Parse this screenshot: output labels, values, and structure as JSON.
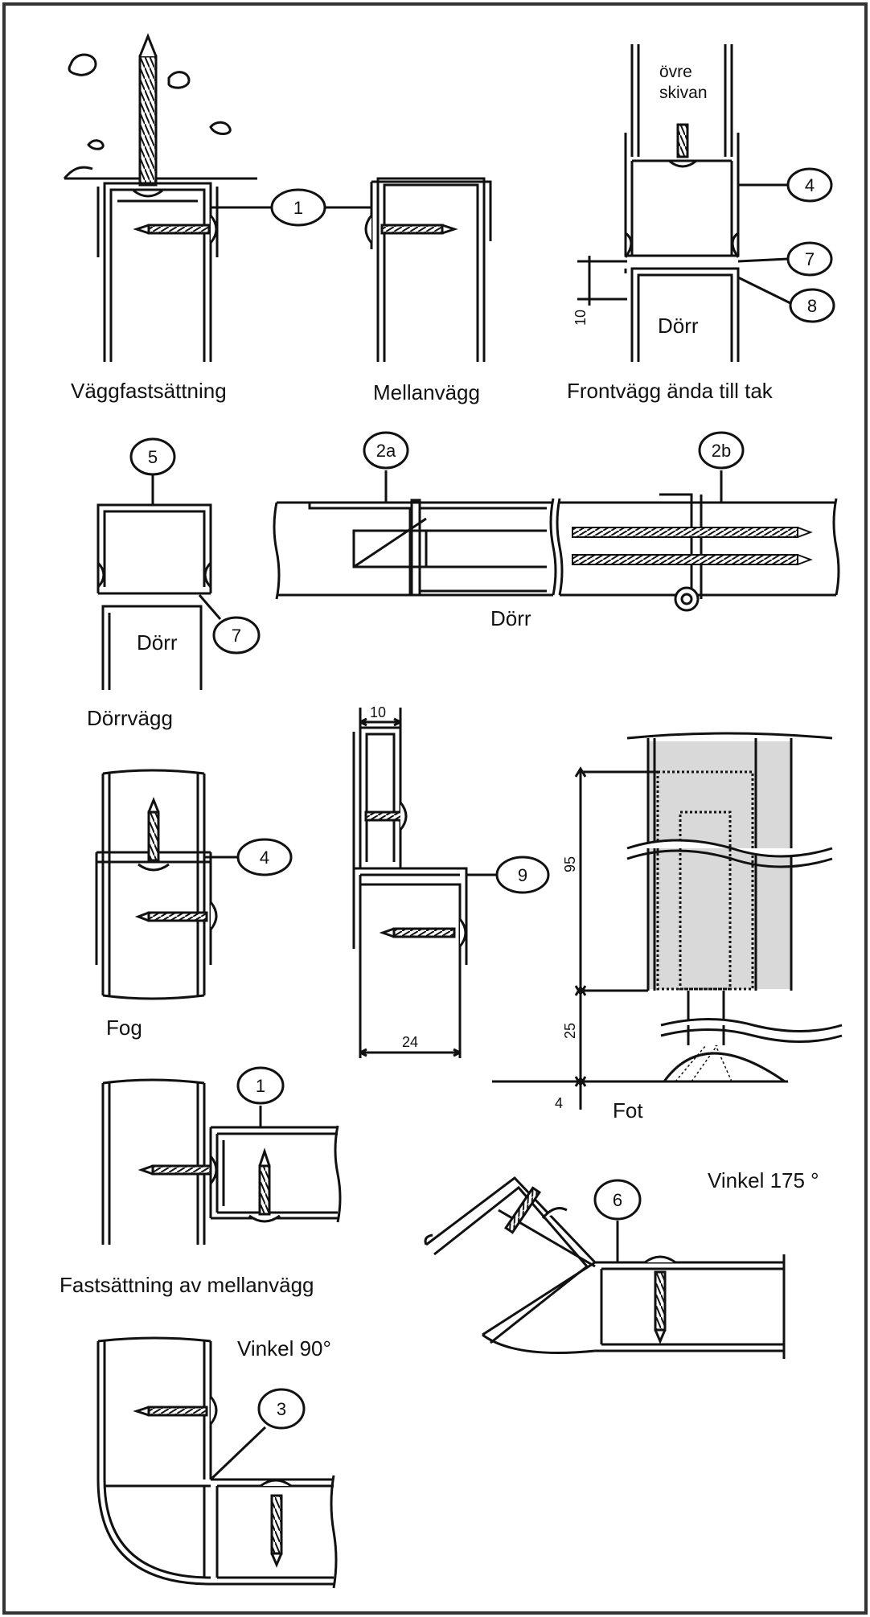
{
  "captions": {
    "wall_fixing": "Väggfastsättning",
    "middle_wall": "Mellanvägg",
    "front_wall_ceiling": "Frontvägg ända till tak",
    "upper_board": "övre",
    "upper_board_2": "skivan",
    "door": "Dörr",
    "door_section": "Dörr",
    "door_wall": "Dörrvägg",
    "door_in_wall": "Dörr",
    "joint": "Fog",
    "foot": "Fot",
    "middle_wall_fixing": "Fastsättning av mellanvägg",
    "angle_175": "Vinkel 175 °",
    "angle_90": "Vinkel 90°"
  },
  "callouts": {
    "c1": "1",
    "c2a": "2a",
    "c2b": "2b",
    "c3": "3",
    "c4_top": "4",
    "c4_joint": "4",
    "c5": "5",
    "c6": "6",
    "c7_top": "7",
    "c7_door": "7",
    "c8": "8",
    "c9": "9",
    "c1_bottom": "1"
  },
  "dimensions": {
    "d10_front": "10",
    "d10_top": "10",
    "d24": "24",
    "d95": "95",
    "d25": "25",
    "d4": "4"
  },
  "colors": {
    "line": "#1a1a1a",
    "border": "#333333",
    "foot_panel": "#d9d9d9"
  }
}
